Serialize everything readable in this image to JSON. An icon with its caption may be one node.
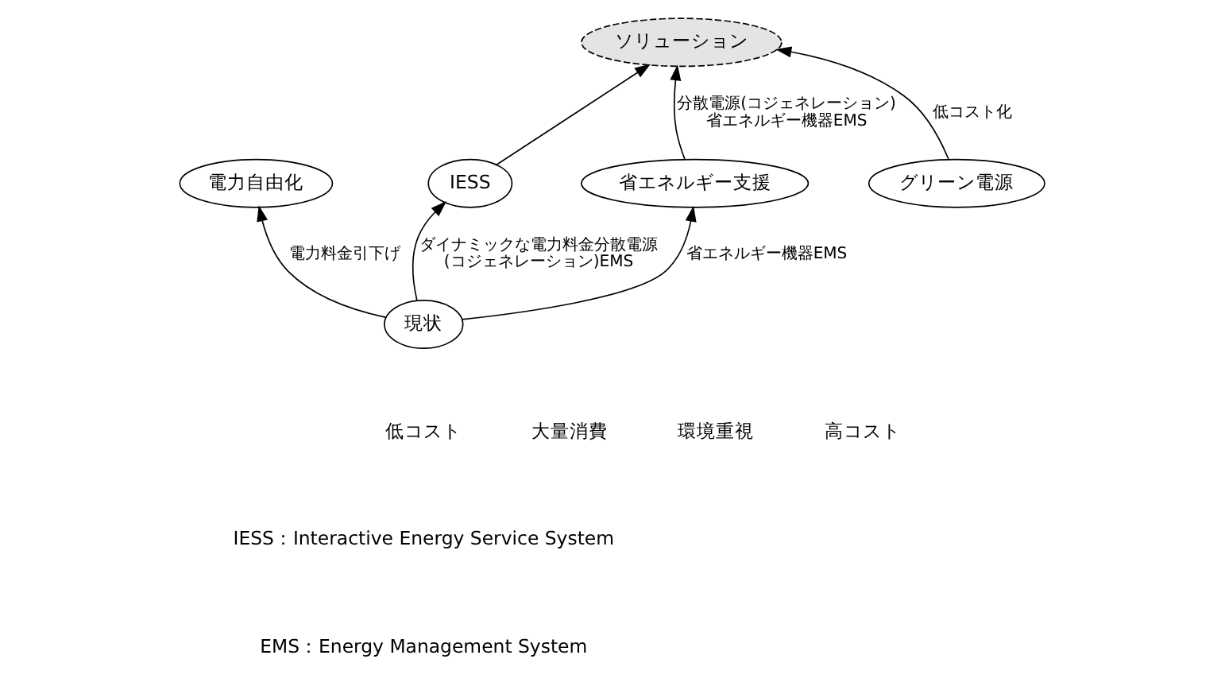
{
  "diagram": {
    "nodes": [
      {
        "text": [
          "ソリューション"
        ]
      },
      {
        "text": [
          "電力自由化"
        ]
      },
      {
        "text": [
          "IESS"
        ]
      },
      {
        "text": [
          "省エネルギー支援"
        ]
      },
      {
        "text": [
          "現状"
        ]
      },
      {
        "text": [
          "グリーン電源"
        ]
      }
    ],
    "edges": [
      {
        "from": 4,
        "to": 1,
        "arrow": "to",
        "label": "電力料金引下げ"
      },
      {
        "from": 4,
        "to": 2,
        "arrow": "to",
        "label": "ダイナミックな電力料金分散電源(コジェネレーション)EMS"
      },
      {
        "from": 4,
        "to": 3,
        "arrow": "to",
        "label": "省エネルギー機器EMS"
      },
      {
        "from": 2,
        "to": 0,
        "arrow": "to"
      },
      {
        "from": 3,
        "to": 0,
        "arrow": "to",
        "label": "分散電源(コジェネレーション)省エネルギー機器EMS"
      },
      {
        "from": 5,
        "to": 0,
        "arrow": "to",
        "label": "低コスト化"
      }
    ],
    "labels": [
      "低コスト",
      "大量消費",
      "環境重視",
      "高コスト",
      "IESS：Interactive Energy Service System",
      "EMS：Energy Management System"
    ]
  }
}
